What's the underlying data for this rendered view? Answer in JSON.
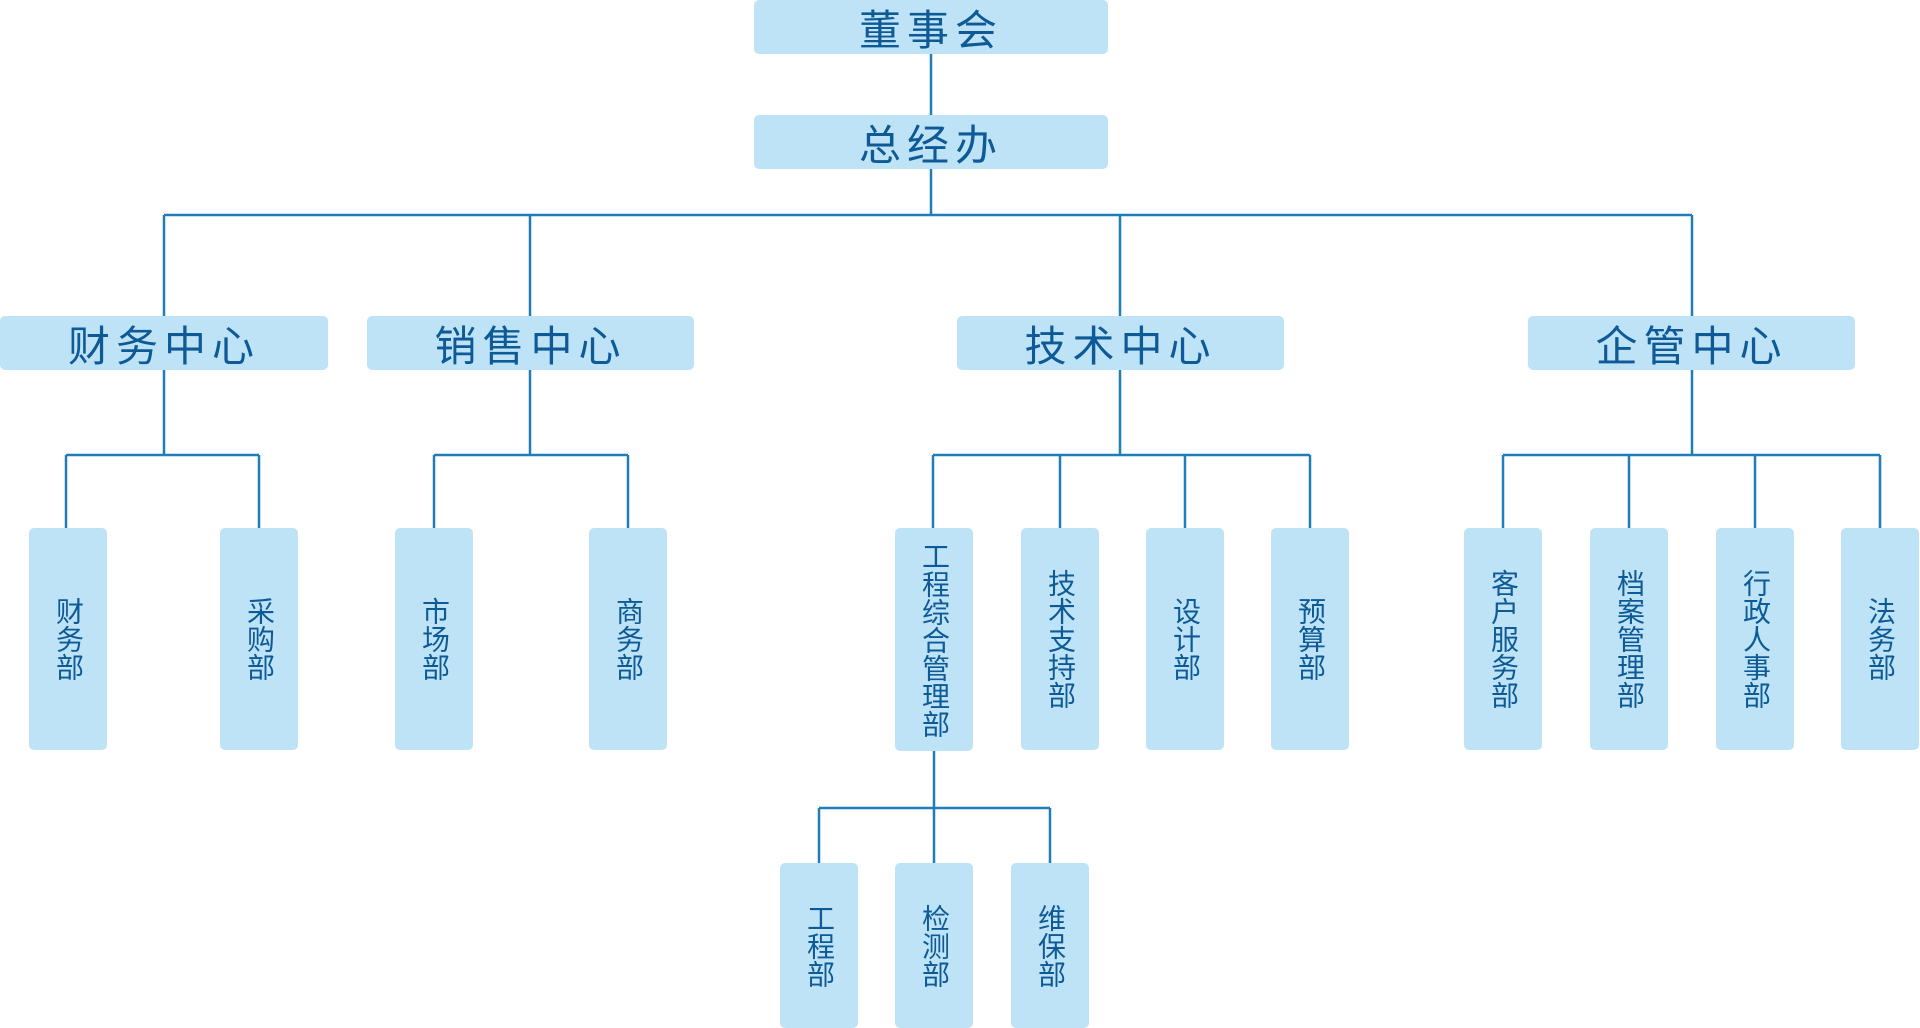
{
  "org": {
    "board": "董事会",
    "gm_office": "总经办",
    "centers": {
      "finance": "财务中心",
      "sales": "销售中心",
      "tech": "技术中心",
      "admin": "企管中心"
    },
    "departments": {
      "finance_dept": "财务部",
      "purchase_dept": "采购部",
      "market_dept": "市场部",
      "business_dept": "商务部",
      "engineering_mgmt_dept": "工程综合管理部",
      "tech_support_dept": "技术支持部",
      "design_dept": "设计部",
      "budget_dept": "预算部",
      "customer_service_dept": "客户服务部",
      "archive_dept": "档案管理部",
      "hr_dept": "行政人事部",
      "legal_dept": "法务部",
      "engineering_dept": "工程部",
      "inspection_dept": "检测部",
      "maintenance_dept": "维保部"
    }
  },
  "colors": {
    "box_fill": "#bfe3f6",
    "text": "#0d5a96",
    "line": "#1f7db8"
  }
}
